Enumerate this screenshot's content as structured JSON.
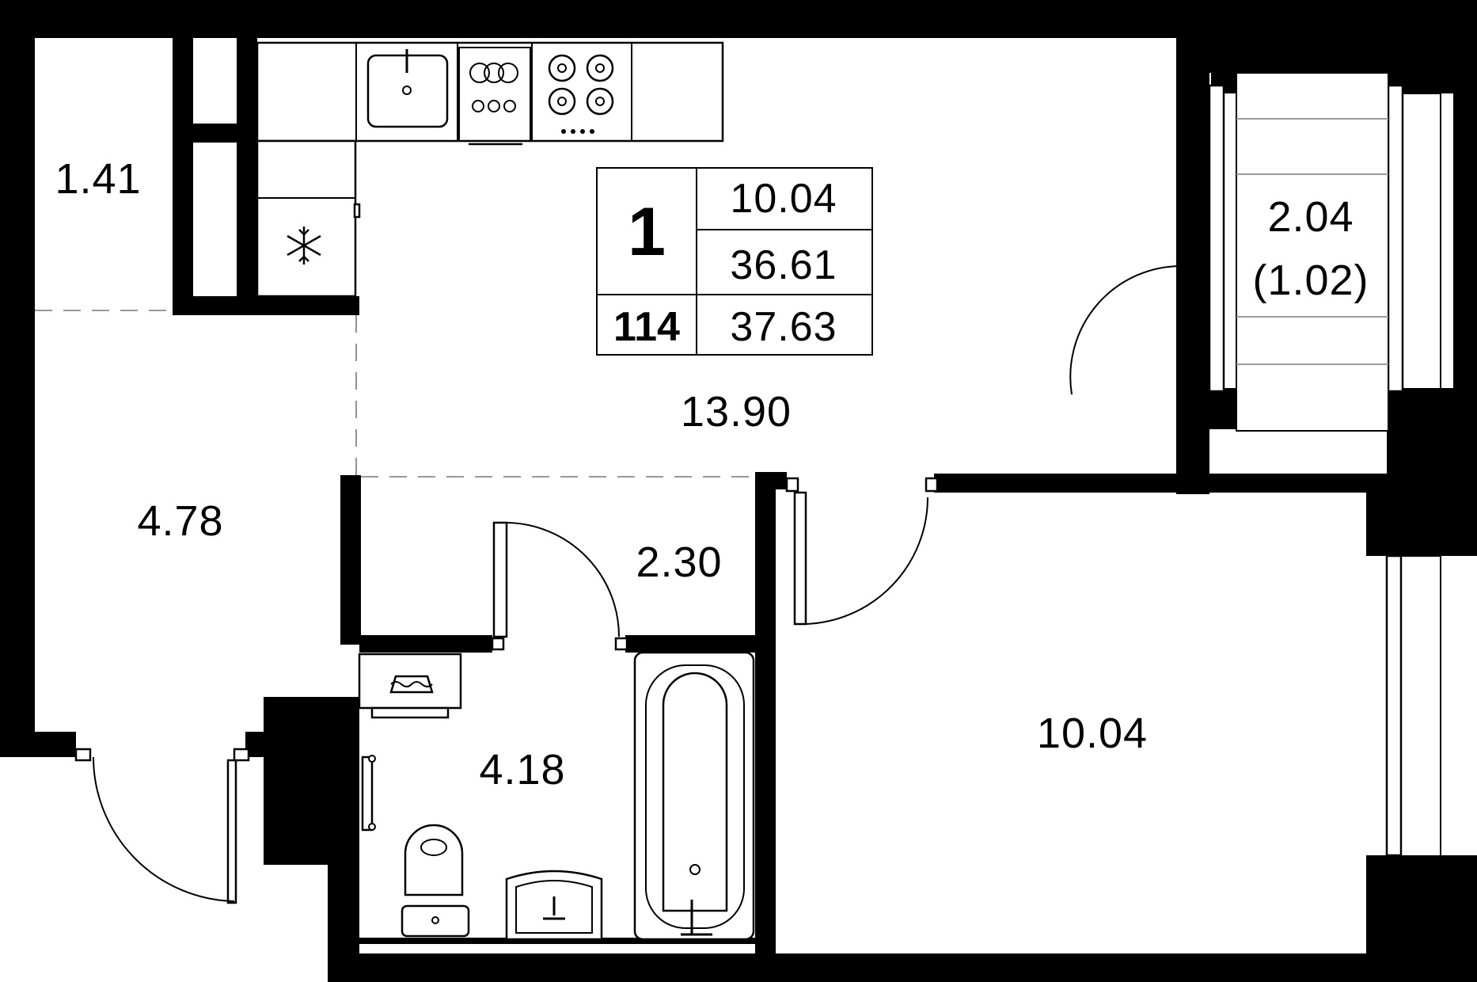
{
  "legend": {
    "rooms_count": "1",
    "apartment_number": "114",
    "living_area": "10.04",
    "total_area_no_balcony": "36.61",
    "total_area": "37.63"
  },
  "rooms": {
    "storage": "1.41",
    "kitchen_living": "13.90",
    "hall": "4.78",
    "corridor": "2.30",
    "bathroom": "4.18",
    "bedroom": "10.04",
    "balcony": "2.04",
    "balcony_reduced": "(1.02)"
  },
  "colors": {
    "wall": "#000000",
    "background": "#ffffff",
    "dashed_zone_line": "#777777"
  },
  "icons": [
    "snowflake-icon",
    "sink-icon",
    "stove-icon",
    "washing-machine-icon",
    "toilet-icon",
    "bathtub-icon",
    "towel-rail-icon",
    "wash-basin-icon"
  ]
}
